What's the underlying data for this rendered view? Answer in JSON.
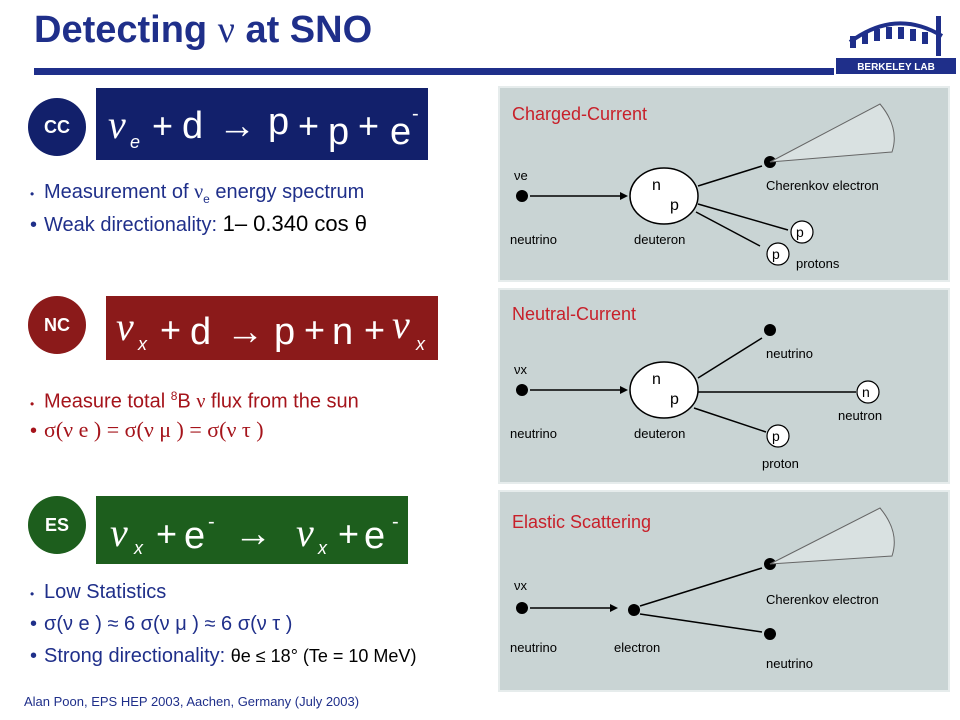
{
  "title": {
    "prefix": "Detecting ",
    "symbol": "ν",
    "suffix": " at SNO"
  },
  "logo": {
    "text": "BERKELEY LAB"
  },
  "sections": {
    "cc": {
      "badge": "CC",
      "badge_color": "#12206b",
      "equation": [
        "ν",
        "e",
        "+",
        "d",
        "→",
        "p",
        "+",
        "p",
        "+",
        "e",
        "-"
      ],
      "bullets": [
        {
          "text_a": "Measurement of ",
          "sym": "ν",
          "sub": "e",
          "text_b": " energy spectrum"
        },
        {
          "text_a": "Weak directionality: ",
          "formula": "1– 0.340 cos θ"
        }
      ]
    },
    "nc": {
      "badge": "NC",
      "badge_color": "#8b1a1a",
      "equation": [
        "ν",
        "x",
        "+",
        "d",
        "→",
        "p",
        "+",
        "n",
        "+",
        "ν",
        "x"
      ],
      "bullets": [
        {
          "text_a": "Measure total ",
          "sup": "8",
          "text_b": "B ",
          "sym": "ν",
          "text_c": " flux from the sun"
        },
        {
          "formula": "σ(ν e ) = σ(ν μ ) = σ(ν τ )"
        }
      ]
    },
    "es": {
      "badge": "ES",
      "badge_color": "#1d5e1d",
      "equation": [
        "ν",
        "x",
        "+",
        "e",
        "-",
        "→",
        "ν",
        "x",
        "+",
        "e",
        "-"
      ],
      "bullets": [
        {
          "text": "Low Statistics"
        },
        {
          "formula": "σ(ν e ) ≈ 6 σ(ν μ ) ≈ 6 σ(ν τ )"
        },
        {
          "text_a": "Strong directionality: ",
          "formula": "θe ≤ 18°  (Te = 10 MeV)"
        }
      ]
    }
  },
  "panels": {
    "cc": {
      "title": "Charged-Current",
      "nu_label": "νe",
      "left_label": "neutrino",
      "mid_n": "n",
      "mid_p": "p",
      "mid_label": "deuteron",
      "top_label": "Cherenkov electron",
      "p1": "p",
      "p2": "p",
      "bottom_label": "protons"
    },
    "nc": {
      "title": "Neutral-Current",
      "nu_label": "νx",
      "left_label": "neutrino",
      "mid_n": "n",
      "mid_p": "p",
      "mid_label": "deuteron",
      "top_label": "neutrino",
      "n_label": "n",
      "p_label": "p",
      "neutron_label": "neutron",
      "proton_label": "proton"
    },
    "es": {
      "title": "Elastic Scattering",
      "nu_label": "νx",
      "left_label": "neutrino",
      "mid_label": "electron",
      "top_label": "Cherenkov electron",
      "bottom_label": "neutrino"
    }
  },
  "footer": "Alan Poon, EPS HEP 2003, Aachen, Germany (July 2003)"
}
